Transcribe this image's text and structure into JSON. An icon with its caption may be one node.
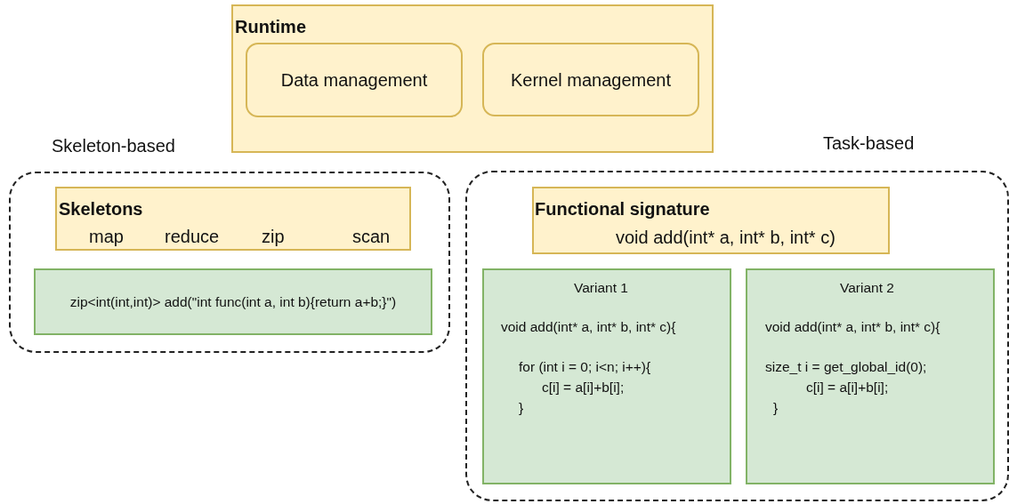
{
  "diagram": {
    "nodes": [
      {
        "text": [
          "Runtime"
        ]
      },
      {
        "text": [
          "Data management"
        ],
        "in": 0
      },
      {
        "text": [
          "Kernel management"
        ],
        "in": 0
      },
      {
        "text": [
          "Skeleton-based"
        ]
      },
      {
        "text": [
          "Skeletons",
          "map",
          "reduce",
          "zip",
          "scan"
        ],
        "in": 3
      },
      {
        "text": [
          "zip<int(int,int)> add(\"int func(int a, int b){return a+b;}\")"
        ],
        "in": 3
      },
      {
        "text": [
          "Task-based"
        ]
      },
      {
        "text": [
          "Functional signature",
          "void add(int* a, int* b, int* c)"
        ],
        "in": 6
      },
      {
        "text": [
          "Variant 1",
          "void add(int* a, int* b, int* c){",
          "for (int i = 0; i<n; i++){",
          "c[i] = a[i]+b[i];",
          "}"
        ],
        "in": 6
      },
      {
        "text": [
          "Variant 2",
          "void add(int* a, int* b, int* c){",
          "size_t i = get_global_id(0);",
          "c[i] = a[i]+b[i];",
          "}"
        ],
        "in": 6
      }
    ]
  }
}
